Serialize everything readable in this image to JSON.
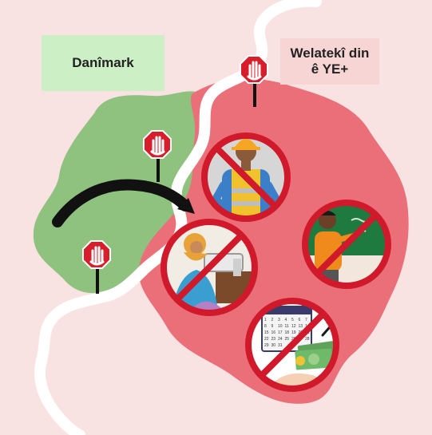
{
  "labels": {
    "left_region": "Danîmark",
    "right_region_line1": "Welatekî din",
    "right_region_line2": "ê YE+"
  },
  "icons": [
    "stop-hand-icon",
    "construction-worker-icon",
    "teacher-icon",
    "seamstress-icon",
    "calendar-money-icon",
    "arrow-icon"
  ],
  "calendar": {
    "days": [
      "1",
      "2",
      "3",
      "4",
      "5",
      "6",
      "7",
      "8",
      "9",
      "10",
      "11",
      "12",
      "13",
      "14",
      "15",
      "16",
      "17",
      "18",
      "19",
      "20",
      "21",
      "22",
      "23",
      "24",
      "25",
      "26",
      "27",
      "28",
      "29",
      "30",
      "31"
    ]
  },
  "colors": {
    "background": "#f9e2e2",
    "green_region": "#8fc17f",
    "red_region": "#ea6f78",
    "ban_ring": "#d0192a",
    "stop_sign": "#d81e2b",
    "left_label_bg": "#cdefc5",
    "right_label_bg": "#f8d5d5"
  }
}
